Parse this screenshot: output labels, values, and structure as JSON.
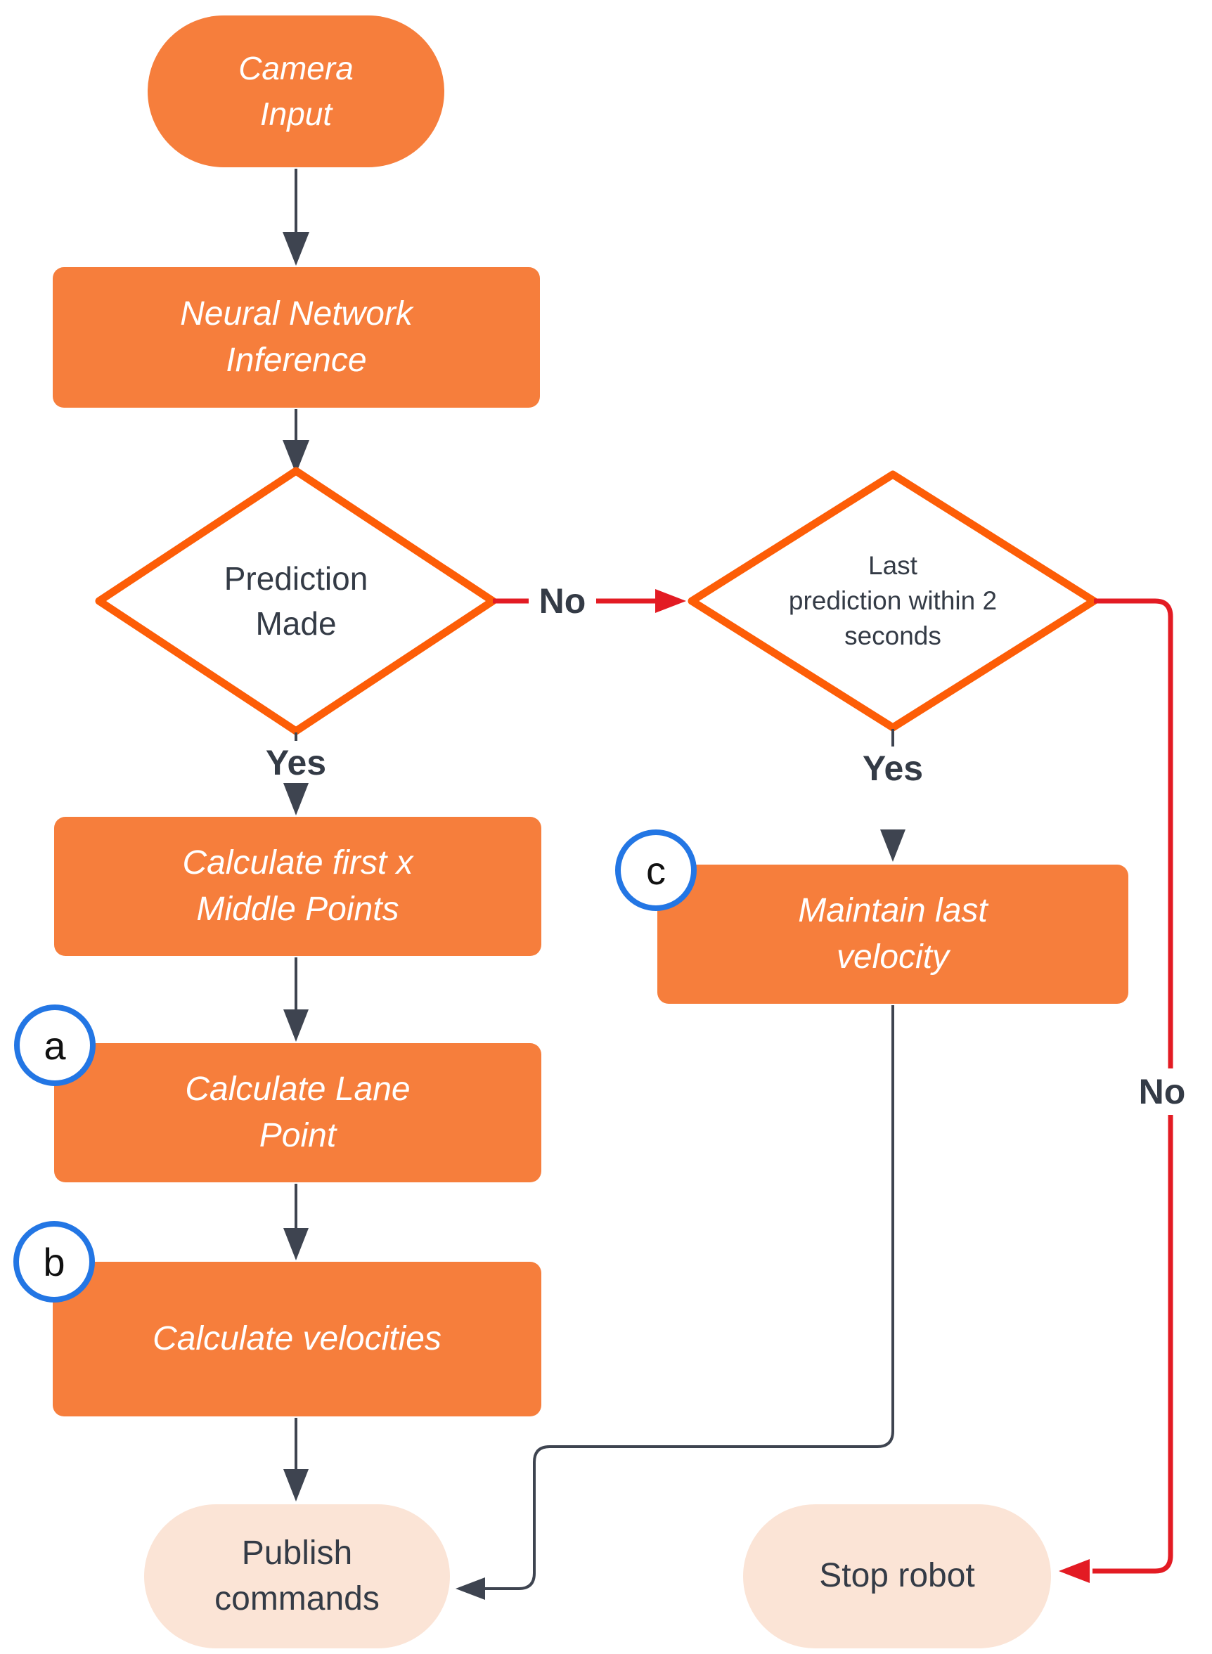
{
  "colors": {
    "orange-fill": "#F67E3C",
    "diamond-border": "#FD5D07",
    "red-line": "#E31B23",
    "slate-line": "#3E4450",
    "peach-fill": "#FBE4D6",
    "badge-border": "#2376E4",
    "badge-letter": "#111111",
    "dark-text": "#343B46",
    "node-text": "#FFFFFF"
  },
  "nodes": {
    "camera": {
      "label": "Camera\nInput"
    },
    "nn_inference": {
      "label": "Neural Network\nInference"
    },
    "prediction_made": {
      "label": "Prediction\nMade"
    },
    "last_prediction": {
      "label": "Last\nprediction within 2\nseconds"
    },
    "calc_first": {
      "label": "Calculate first x\nMiddle Points"
    },
    "calc_lane": {
      "label": "Calculate Lane\nPoint",
      "badge": "a"
    },
    "calc_vel": {
      "label": "Calculate velocities",
      "badge": "b"
    },
    "maintain": {
      "label": "Maintain last\nvelocity",
      "badge": "c"
    },
    "publish": {
      "label": "Publish\ncommands"
    },
    "stop": {
      "label": "Stop robot"
    }
  },
  "edge_labels": {
    "prediction_yes": "Yes",
    "prediction_no": "No",
    "last_prediction_yes": "Yes",
    "last_prediction_no": "No"
  }
}
